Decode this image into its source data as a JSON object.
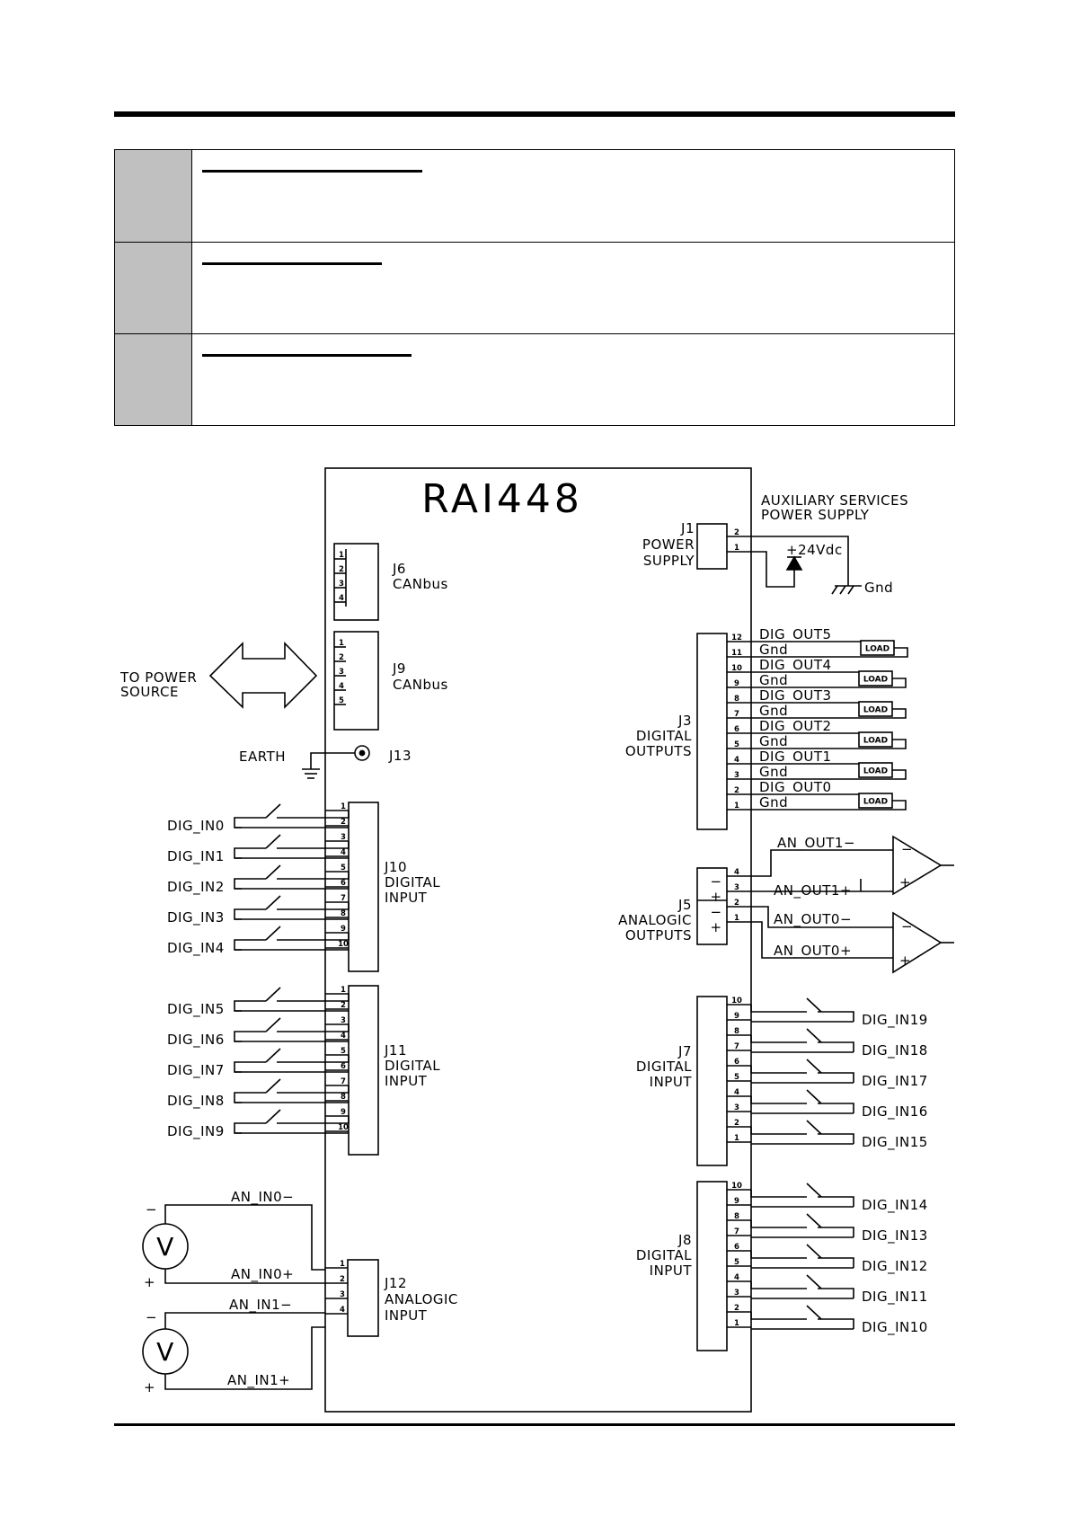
{
  "device": {
    "name": "RAI448"
  },
  "aux_supply": {
    "line1": "AUXILIARY SERVICES",
    "line2": "POWER SUPPLY",
    "voltage": "+24Vdc",
    "gnd": "Gnd"
  },
  "connectors": {
    "J1": [
      "J1",
      "POWER",
      "SUPPLY"
    ],
    "J6": [
      "J6",
      "CANbus"
    ],
    "J9": [
      "J9",
      "CANbus"
    ],
    "J13": [
      "J13"
    ],
    "J10": [
      "J10",
      "DIGITAL",
      "INPUT"
    ],
    "J11": [
      "J11",
      "DIGITAL",
      "INPUT"
    ],
    "J12": [
      "J12",
      "ANALOGIC",
      "INPUT"
    ],
    "J3": [
      "J3",
      "DIGITAL",
      "OUTPUTS"
    ],
    "J5": [
      "J5",
      "ANALOGIC",
      "OUTPUTS"
    ],
    "J7": [
      "J7",
      "DIGITAL",
      "INPUT"
    ],
    "J8": [
      "J8",
      "DIGITAL",
      "INPUT"
    ]
  },
  "power_source": [
    "TO POWER",
    "SOURCE"
  ],
  "earth": "EARTH",
  "j10_inputs": [
    "DIG_IN0",
    "DIG_IN1",
    "DIG_IN2",
    "DIG_IN3",
    "DIG_IN4"
  ],
  "j11_inputs": [
    "DIG_IN5",
    "DIG_IN6",
    "DIG_IN7",
    "DIG_IN8",
    "DIG_IN9"
  ],
  "j7_inputs": [
    "DIG_IN19",
    "DIG_IN18",
    "DIG_IN17",
    "DIG_IN16",
    "DIG_IN15"
  ],
  "j8_inputs": [
    "DIG_IN14",
    "DIG_IN13",
    "DIG_IN12",
    "DIG_IN11",
    "DIG_IN10"
  ],
  "j3_outputs": [
    "DIG_OUT5",
    "DIG_OUT4",
    "DIG_OUT3",
    "DIG_OUT2",
    "DIG_OUT1",
    "DIG_OUT0"
  ],
  "j3_gnd": "Gnd",
  "load": "LOAD",
  "analog_outputs": [
    "AN_OUT1−",
    "AN_OUT1+",
    "AN_OUT0−",
    "AN_OUT0+"
  ],
  "analog_inputs": [
    "AN_IN0−",
    "AN_IN0+",
    "AN_IN1−",
    "AN_IN1+"
  ],
  "meter": "V",
  "signs": {
    "minus": "−",
    "plus": "+"
  }
}
